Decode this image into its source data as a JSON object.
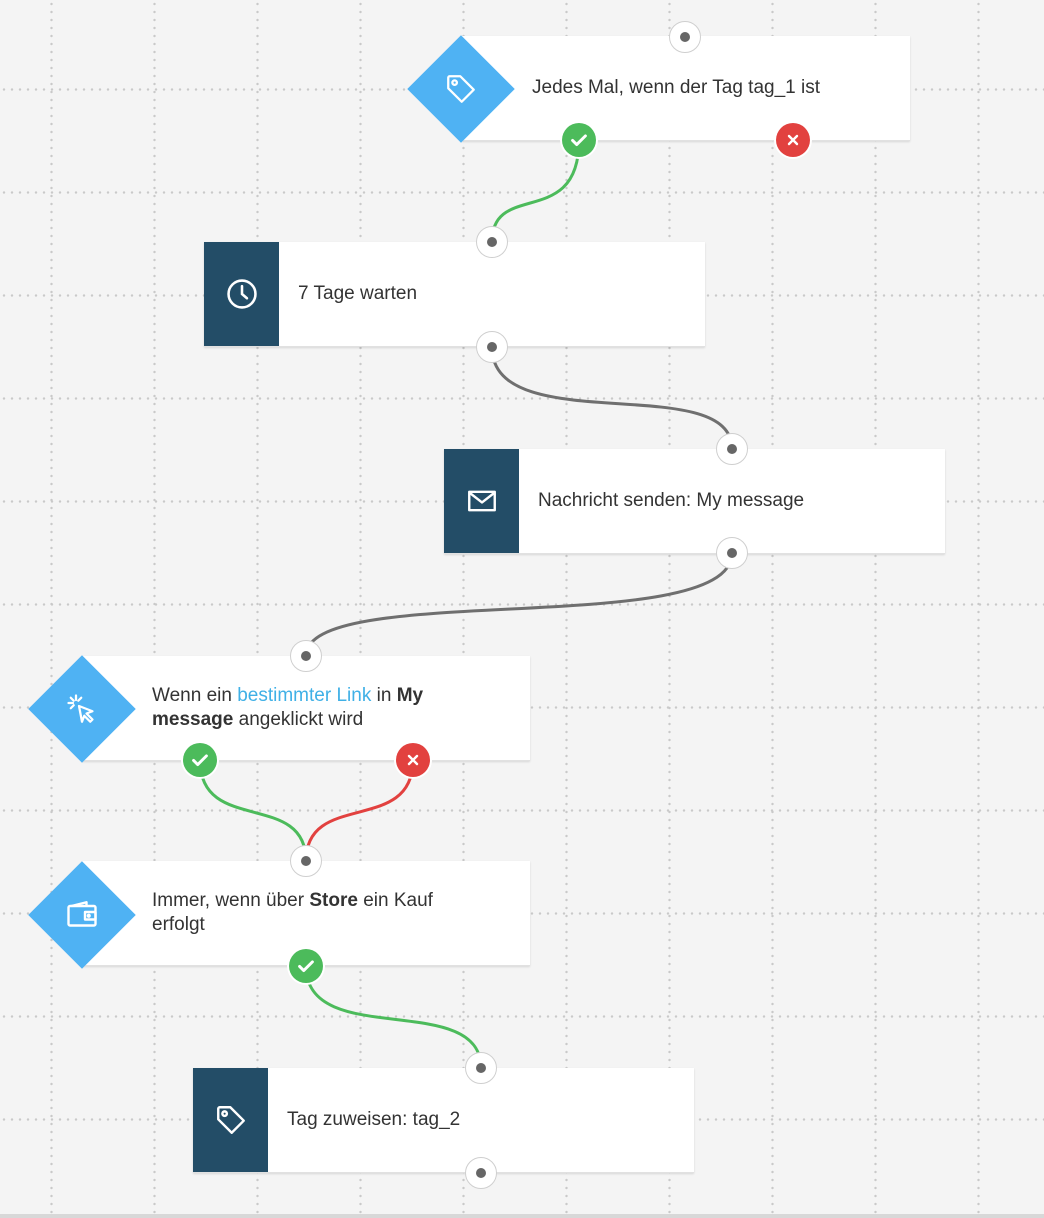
{
  "nodes": {
    "tag_trigger": {
      "text": "Jedes Mal, wenn der Tag tag_1 ist"
    },
    "wait": {
      "text": "7 Tage warten"
    },
    "send": {
      "text": "Nachricht senden: My message"
    },
    "link_click": {
      "prefix": "Wenn ein",
      "link_text": "bestimmter Link",
      "middle": "in",
      "bold1": "My",
      "bold2": "message",
      "suffix": "angeklickt wird"
    },
    "purchase": {
      "line1_prefix": "Immer, wenn über",
      "line1_bold": "Store",
      "line1_suffix": "ein Kauf",
      "line2": "erfolgt"
    },
    "assign_tag": {
      "text": "Tag zuweisen: tag_2"
    }
  },
  "icons": {
    "tag_trigger": "tag-icon",
    "wait": "clock-icon",
    "send": "envelope-icon",
    "link_click": "cursor-click-icon",
    "purchase": "wallet-icon",
    "assign_tag": "tag-icon"
  },
  "colors": {
    "accent_blue": "#4fb2f3",
    "dark_blue": "#234d67",
    "yes_green": "#4cbb5b",
    "no_red": "#e2413f",
    "neutral_wire": "#6f6f6f",
    "link_blue": "#3fb0e6"
  }
}
